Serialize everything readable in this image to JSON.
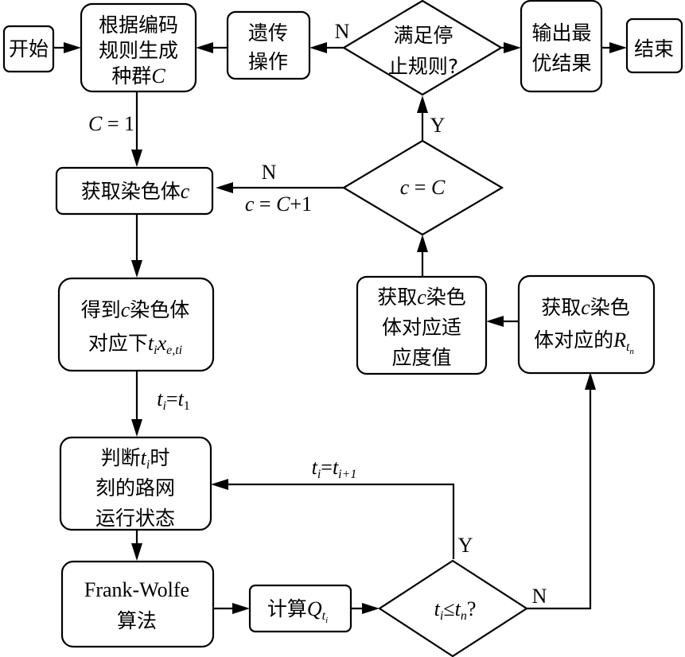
{
  "diagram": {
    "type": "flowchart",
    "nodes": {
      "start": {
        "label": "开始"
      },
      "generate_population": {
        "lines": [
          "根据编码",
          "规则生成",
          "种群"
        ],
        "var": "C"
      },
      "genetic_ops": {
        "lines": [
          "遗传",
          "操作"
        ]
      },
      "stop_check": {
        "lines": [
          "满足停",
          "止规则?"
        ]
      },
      "output_best": {
        "lines": [
          "输出最",
          "优结果"
        ]
      },
      "end": {
        "label": "结束"
      },
      "get_chromosome": {
        "text": "获取染色体",
        "var": "c"
      },
      "get_txe": {
        "line1_pre": "得到",
        "line1_var": "c",
        "line1_post": "染色体",
        "line2_pre": "对应下",
        "line2_t": "t",
        "line2_t_sub": "i",
        "line2_x": "x",
        "line2_x_sub": "e,ti"
      },
      "judge_state": {
        "line1_pre": "判断",
        "line1_var": "t",
        "line1_sub": "i",
        "line1_post": "时",
        "line2": "刻的路网",
        "line3": "运行状态"
      },
      "frank_wolfe": {
        "lines": [
          "Frank-Wolfe",
          "算法"
        ]
      },
      "compute_q": {
        "pre": "计算",
        "var": "Q",
        "sub": "t",
        "subsub": "i"
      },
      "time_check": {
        "t": "t",
        "t_sub": "i",
        "op": "≤",
        "tn": "t",
        "tn_sub": "n",
        "q": "?"
      },
      "get_r": {
        "line1_pre": "获取",
        "line1_var": "c",
        "line1_post": "染色",
        "line2_pre": "体对应的",
        "var": "R",
        "sub": "t",
        "subsub": "n"
      },
      "get_fitness": {
        "line1_pre": "获取",
        "line1_var": "c",
        "line1_post": "染色",
        "line2": "体对应适",
        "line3": "应度值"
      },
      "c_equals_C": {
        "c": "c",
        "eq": " = ",
        "C": "C"
      }
    },
    "edge_labels": {
      "init_C": {
        "var": "C",
        "rest": " = 1"
      },
      "stop_no": "N",
      "stop_yes": "Y",
      "cC_no": "N",
      "cC_assign": {
        "c": "c",
        "eq": " = ",
        "C": "C",
        "rest": "+1"
      },
      "ti_init": {
        "t": "t",
        "sub": "i",
        "eq": "=",
        "t1": "t",
        "t1_sub": "1"
      },
      "ti_next": {
        "t": "t",
        "sub": "i",
        "eq": "=",
        "t2": "t",
        "t2_sub": "i+1"
      },
      "time_yes": "Y",
      "time_no": "N"
    }
  }
}
